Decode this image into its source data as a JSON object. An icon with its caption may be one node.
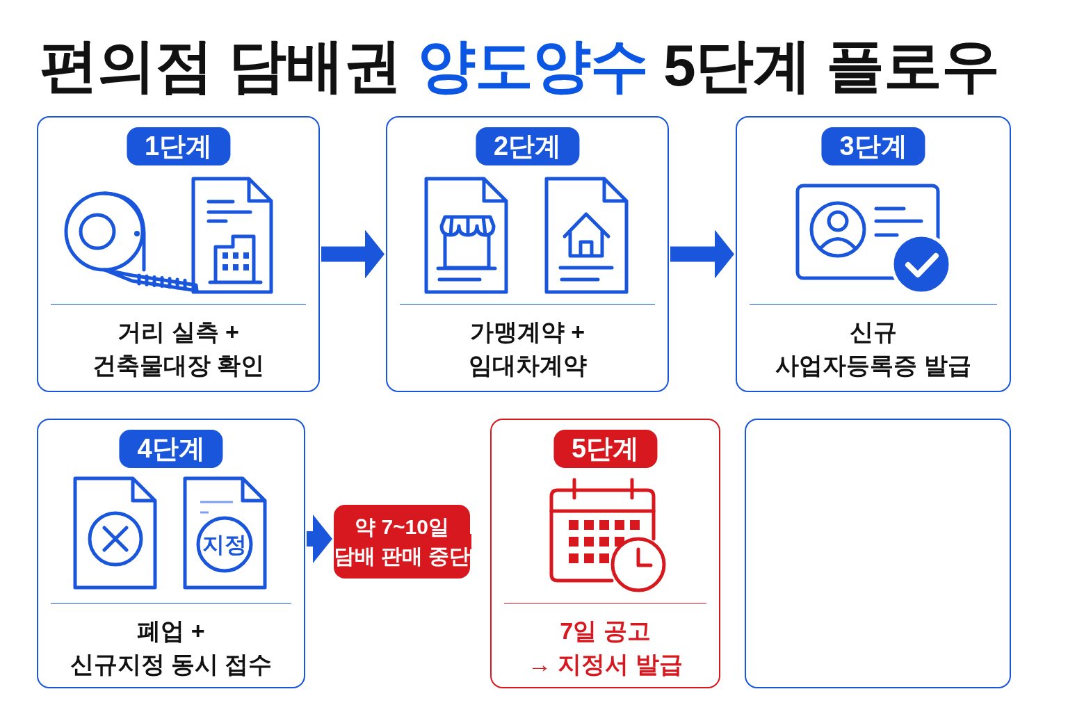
{
  "diagram": {
    "title": "편의점 담배권 양도양수 5단계 플로우",
    "nodes": [
      {
        "text": [
          "1단계",
          "거리 실측 + 건축물대장 확인"
        ]
      },
      {
        "text": [
          "2단계",
          "가맹계약 + 임대차계약"
        ]
      },
      {
        "text": [
          "3단계",
          "신규 사업자등록증 발급"
        ]
      },
      {
        "text": [
          "4단계",
          "폐업 + 신규지정 동시 접수"
        ]
      },
      {
        "text": [
          "약 7~10일 담배 판매 중단"
        ]
      },
      {
        "text": [
          "5단계",
          "7일 공고 → 지정서 발급"
        ]
      },
      {
        "text": [],
        "shape": "box"
      }
    ],
    "edges": [
      {
        "from": 0,
        "to": 1,
        "arrow": "to"
      },
      {
        "from": 1,
        "to": 2,
        "arrow": "to"
      },
      {
        "from": 3,
        "to": 4,
        "arrow": "to"
      },
      {
        "from": 4,
        "to": 5,
        "arrow": "to",
        "color": "#d7191f"
      }
    ],
    "labels": [
      "지정"
    ]
  }
}
